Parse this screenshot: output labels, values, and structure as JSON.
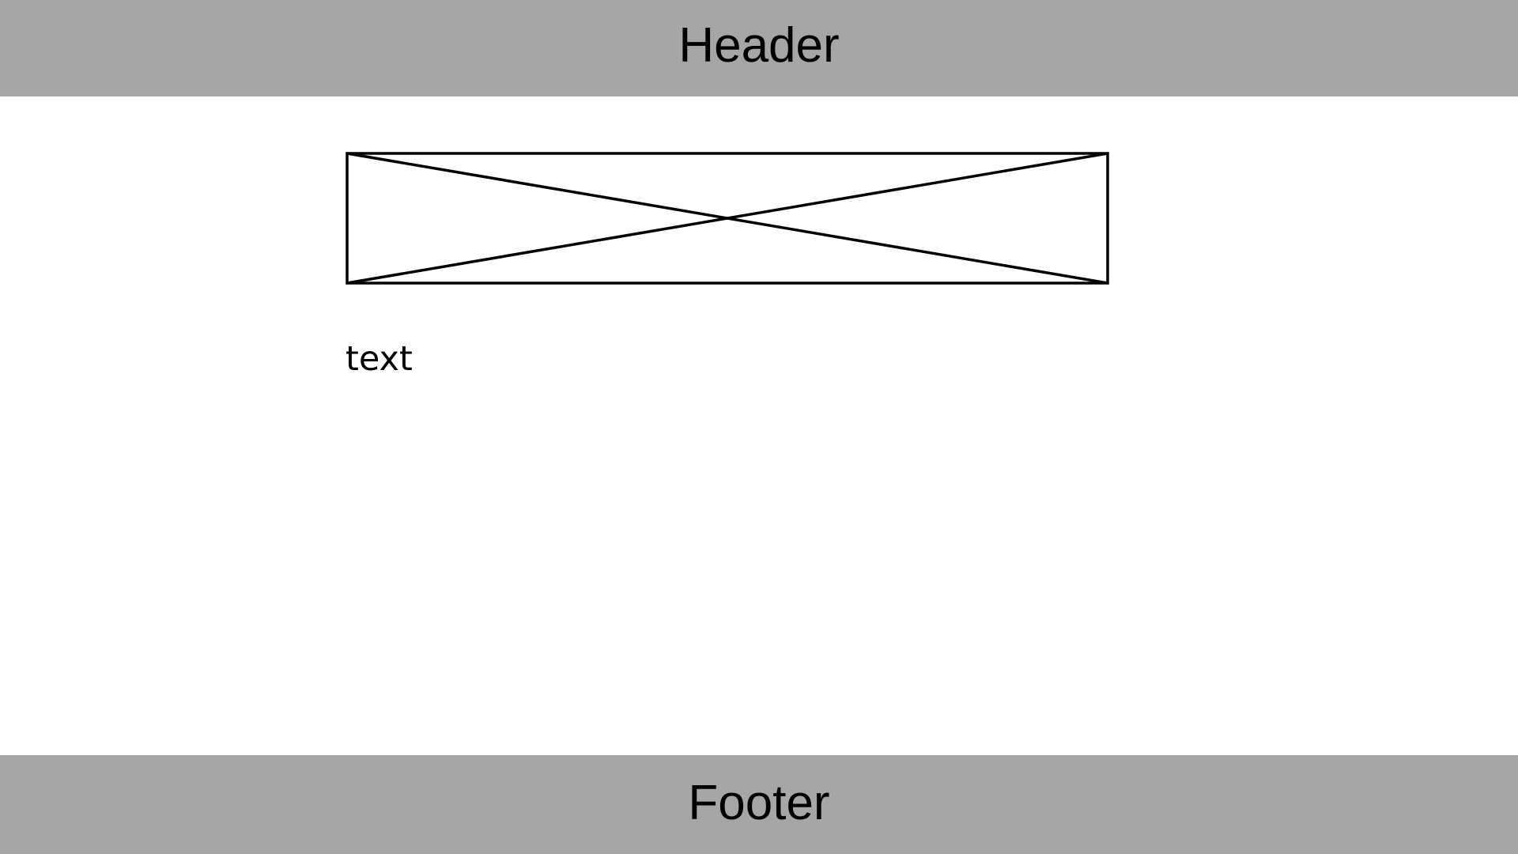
{
  "header": {
    "title": "Header"
  },
  "main": {
    "image": {
      "icon": "image-placeholder-icon"
    },
    "text": "text"
  },
  "footer": {
    "title": "Footer"
  },
  "colors": {
    "bar_background": "#a6a6a6",
    "page_background": "#ffffff",
    "stroke": "#000000"
  }
}
